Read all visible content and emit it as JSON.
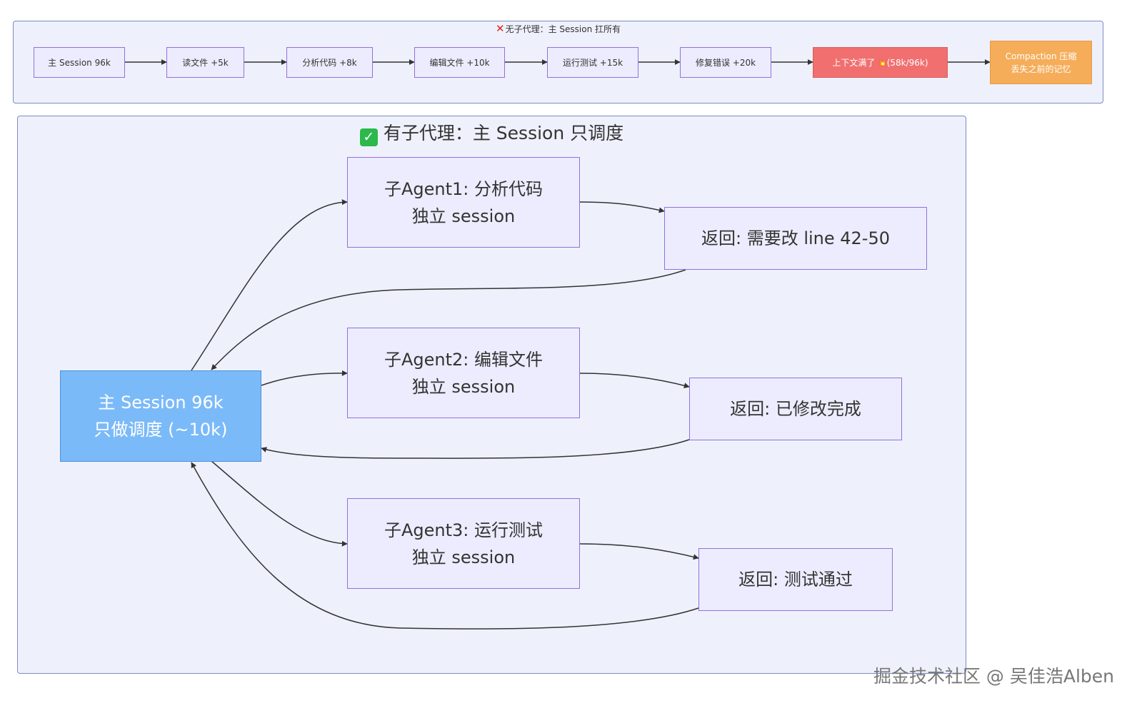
{
  "bad_cluster": {
    "title": "无子代理：主 Session 扛所有",
    "nodes": {
      "main": "主 Session 96k",
      "read": "读文件 +5k",
      "analyze": "分析代码 +8k",
      "edit": "编辑文件 +10k",
      "test": "运行测试 +15k",
      "fix": "修复错误 +20k",
      "full": "上下文满了",
      "full_size": "(58k/96k)",
      "compaction_line1": "Compaction 压缩",
      "compaction_line2": "丢失之前的记忆"
    }
  },
  "good_cluster": {
    "title": "有子代理：主 Session 只调度",
    "main_line1": "主 Session 96k",
    "main_line2": "只做调度 (~10k)",
    "agents": [
      {
        "line1": "子Agent1: 分析代码",
        "line2": "独立 session"
      },
      {
        "line1": "子Agent2: 编辑文件",
        "line2": "独立 session"
      },
      {
        "line1": "子Agent3: 运行测试",
        "line2": "独立 session"
      }
    ],
    "returns": [
      {
        "label": "返回: 需要改 line 42-50"
      },
      {
        "label": "返回: 已修改完成"
      },
      {
        "label": "返回: 测试通过"
      }
    ]
  },
  "watermark": "掘金技术社区 @ 吴佳浩Alben",
  "colors": {
    "cluster_bg": "#eef1fc",
    "node_bg": "#ececfe",
    "node_border": "#9370db",
    "danger": "#f16f6f",
    "warning": "#f5ad5a",
    "main": "#7bbaf8",
    "check": "#2db84b",
    "cross": "#e0231c"
  }
}
